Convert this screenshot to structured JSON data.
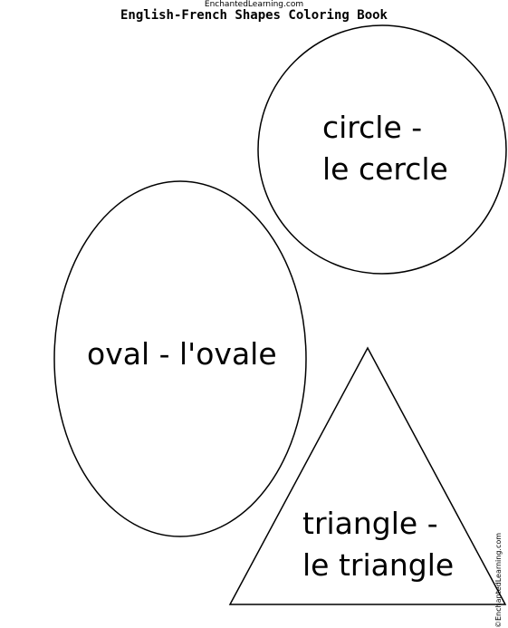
{
  "header": {
    "site_credit": "EnchantedLearning.com",
    "title": "English-French Shapes Coloring Book"
  },
  "shapes": {
    "circle": {
      "line1": "circle -",
      "line2": "le cercle"
    },
    "oval": {
      "line1": "oval - l'ovale"
    },
    "triangle": {
      "line1": "triangle -",
      "line2": "le triangle"
    }
  },
  "footer": {
    "side_credit": "©EnchantedLearning.com"
  },
  "colors": {
    "stroke": "#000000",
    "background": "#ffffff"
  }
}
